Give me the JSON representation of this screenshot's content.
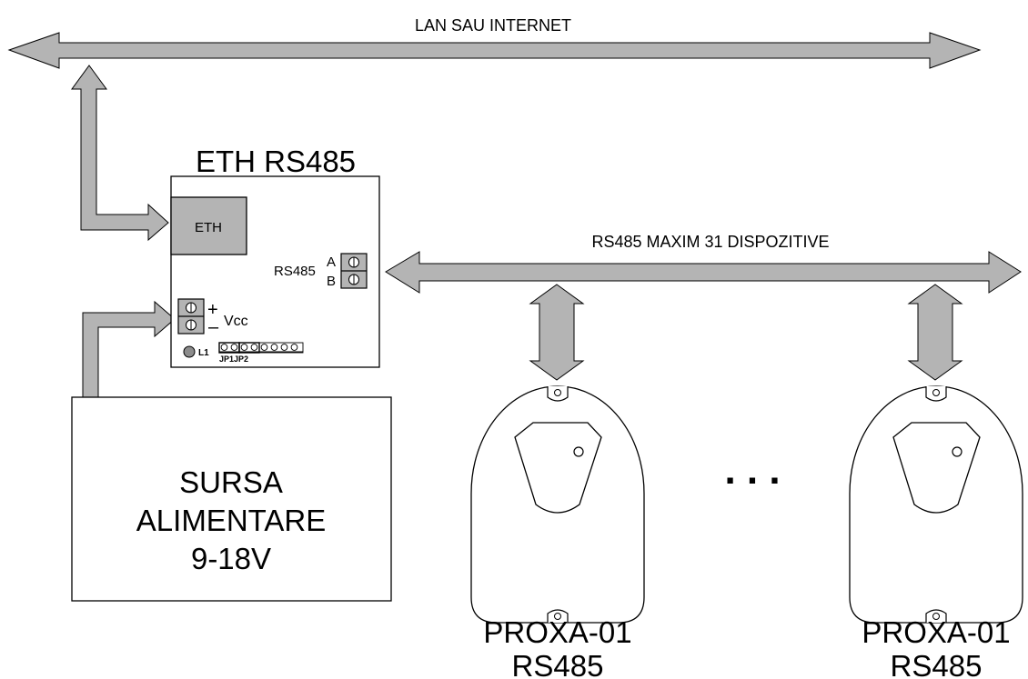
{
  "lan_bus": {
    "label": "LAN SAU INTERNET"
  },
  "rs485_bus": {
    "label": "RS485 MAXIM 31 DISPOZITIVE"
  },
  "module": {
    "title": "ETH RS485",
    "eth_port": "ETH",
    "rs485_label": "RS485",
    "terminal_a": "A",
    "terminal_b": "B",
    "plus": "+",
    "minus": "–",
    "vcc": "Vcc",
    "led": "L1",
    "jumpers": "JP1JP2"
  },
  "power_supply": {
    "line1": "SURSA",
    "line2": "ALIMENTARE",
    "line3": "9-18V"
  },
  "readers": [
    {
      "line1": "PROXA-01",
      "line2": "RS485"
    },
    {
      "line1": "PROXA-01",
      "line2": "RS485"
    }
  ],
  "ellipsis": ". . ."
}
